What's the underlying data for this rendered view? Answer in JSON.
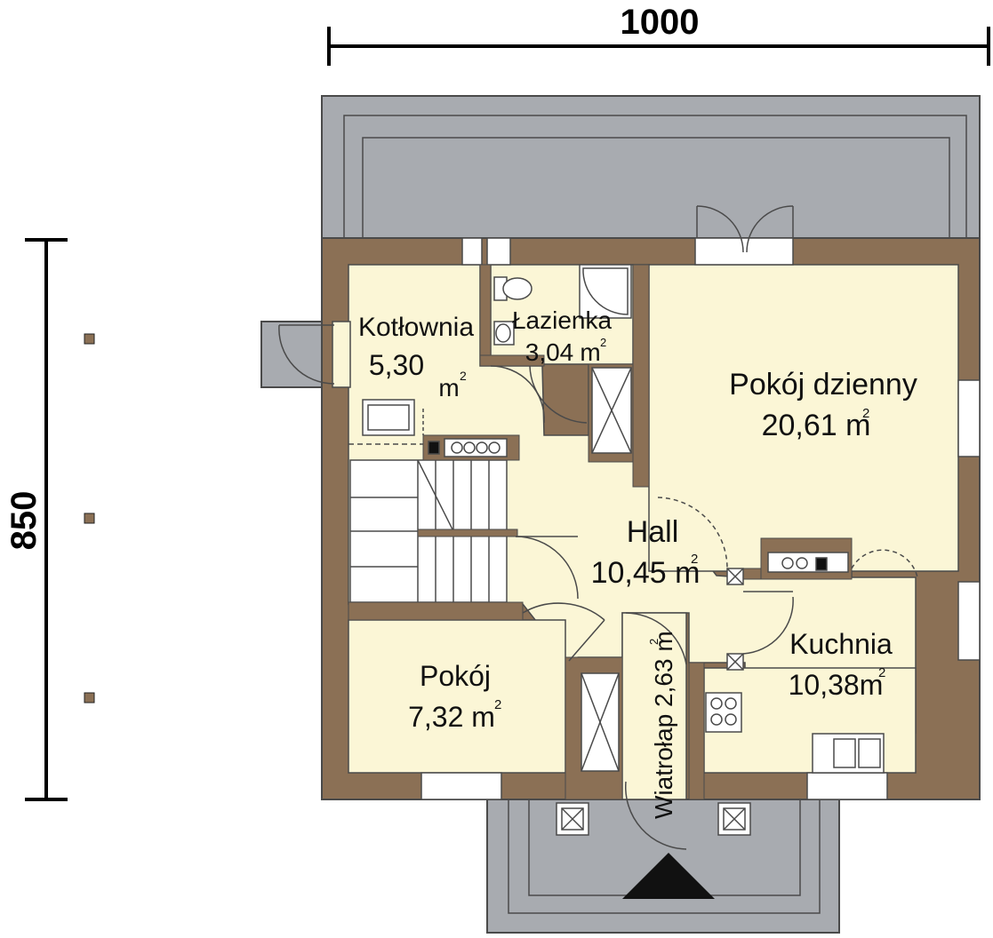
{
  "dimensions": {
    "width_label": "1000",
    "height_label": "850"
  },
  "rooms": [
    {
      "name": "Kotłownia",
      "area": "5,30",
      "unit": "m",
      "sup": "2"
    },
    {
      "name": "Łazienka",
      "area": "3,04",
      "unit": "m",
      "sup": "2"
    },
    {
      "name": "Pokój dzienny",
      "area": "20,61 m",
      "sup": "2"
    },
    {
      "name": "Hall",
      "area": "10,45 m",
      "sup": "2"
    },
    {
      "name": "Kuchnia",
      "area": "10,38m",
      "sup": "2"
    },
    {
      "name": "Pokój",
      "area": "7,32 m",
      "sup": "2"
    },
    {
      "name": "Wiatrołap 2,63 m",
      "sup": "2"
    }
  ],
  "colors": {
    "wall": "#8b7055",
    "floor": "#fbf6d6",
    "terrace": "#a8abb0",
    "outline": "#4a4a4a"
  }
}
